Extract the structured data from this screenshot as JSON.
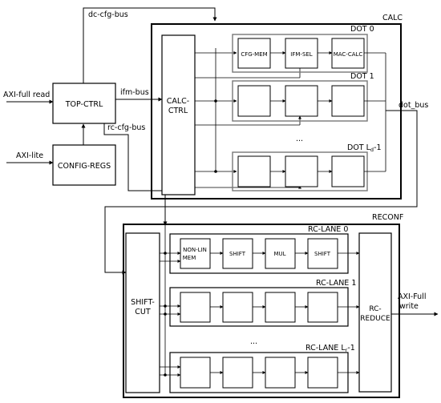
{
  "labels": {
    "dc_cfg_bus": "dc-cfg-bus",
    "calc": "CALC",
    "axi_full_read": "AXI-full read",
    "top_ctrl": "TOP-CTRL",
    "ifm_bus": "ifm-bus",
    "calc_ctrl_1": "CALC-",
    "calc_ctrl_2": "CTRL",
    "rc_cfg_bus": "rc-cfg-bus",
    "dot_bus": "dot_bus",
    "axi_lite": "AXI-lite",
    "config_regs": "CONFIG-REGS",
    "dot0": "DOT 0",
    "dot1": "DOT 1",
    "dot_last": "DOT L",
    "dot_last_sub": "d",
    "dot_last_suffix": "-1",
    "cfg_mem": "CFG-MEM",
    "ifm_sel": "IFM-SEL",
    "mac_calc": "MAC-CALC",
    "ellipsis_dot": "...",
    "reconf": "RECONF",
    "rc_lane0": "RC-LANE 0",
    "rc_lane1": "RC-LANE 1",
    "rc_lane_last": "RC-LANE L",
    "rc_lane_last_sub": "r",
    "rc_lane_last_suffix": "-1",
    "ellipsis_rc": "...",
    "shift_cut_1": "SHIFT-",
    "shift_cut_2": "CUT",
    "non_lin_1": "NON-LIN",
    "non_lin_2": "MEM",
    "shift_a": "SHIFT",
    "mul": "MUL",
    "shift_b": "SHIFT",
    "rc_reduce_1": "RC-",
    "rc_reduce_2": "REDUCE",
    "axi_full_write_1": "AXI-Full",
    "axi_full_write_2": "write"
  }
}
